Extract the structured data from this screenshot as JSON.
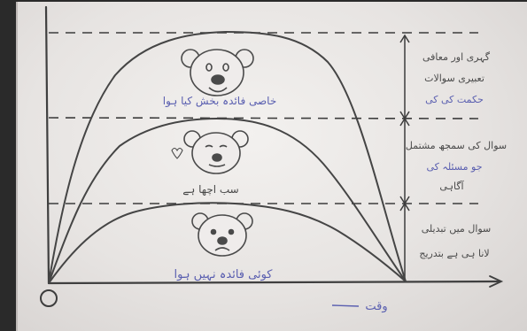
{
  "diagram": {
    "x_axis_label": "وقت",
    "y_axis_label": "",
    "curves": [
      {
        "id": "top",
        "face": "happy",
        "caption": "خاصی فائدہ بخش کیا ہوا",
        "side_note": [
          "گہری اور معافی",
          "تعبیری سوالات",
          "حکمت کی کی"
        ]
      },
      {
        "id": "middle",
        "face": "neutral",
        "caption": "سب اچھا ہے",
        "side_note": [
          "سوال کی سمجھ مشتمل",
          "جو مسئلہ کی",
          "آگاہی"
        ]
      },
      {
        "id": "bottom",
        "face": "sad",
        "caption": "کوئی فائدہ نہیں ہوا",
        "side_note": [
          "سوال میں تبدیلی",
          "لانا ہی ہے بتدریج"
        ]
      }
    ],
    "colors": {
      "pencil": "#4a4a4a",
      "dashes": "#3c3c3c",
      "ink": "#5a5fb0"
    }
  }
}
